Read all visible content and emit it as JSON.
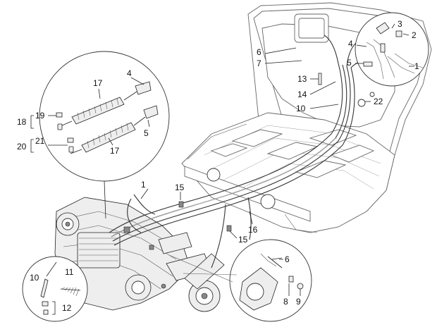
{
  "labels": {
    "l1a": "1",
    "l1b": "1",
    "l2": "2",
    "l3": "3",
    "l4a": "4",
    "l4b": "4",
    "l5a": "5",
    "l5b": "5",
    "l6a": "6",
    "l6b": "6",
    "l7": "7",
    "l8": "8",
    "l9": "9",
    "l10a": "10",
    "l10b": "10",
    "l11": "11",
    "l12": "12",
    "l13": "13",
    "l14": "14",
    "l15a": "15",
    "l15b": "15",
    "l16": "16",
    "l17a": "17",
    "l17b": "17",
    "l18": "18",
    "l19": "19",
    "l20": "20",
    "l21": "21",
    "l22": "22"
  }
}
